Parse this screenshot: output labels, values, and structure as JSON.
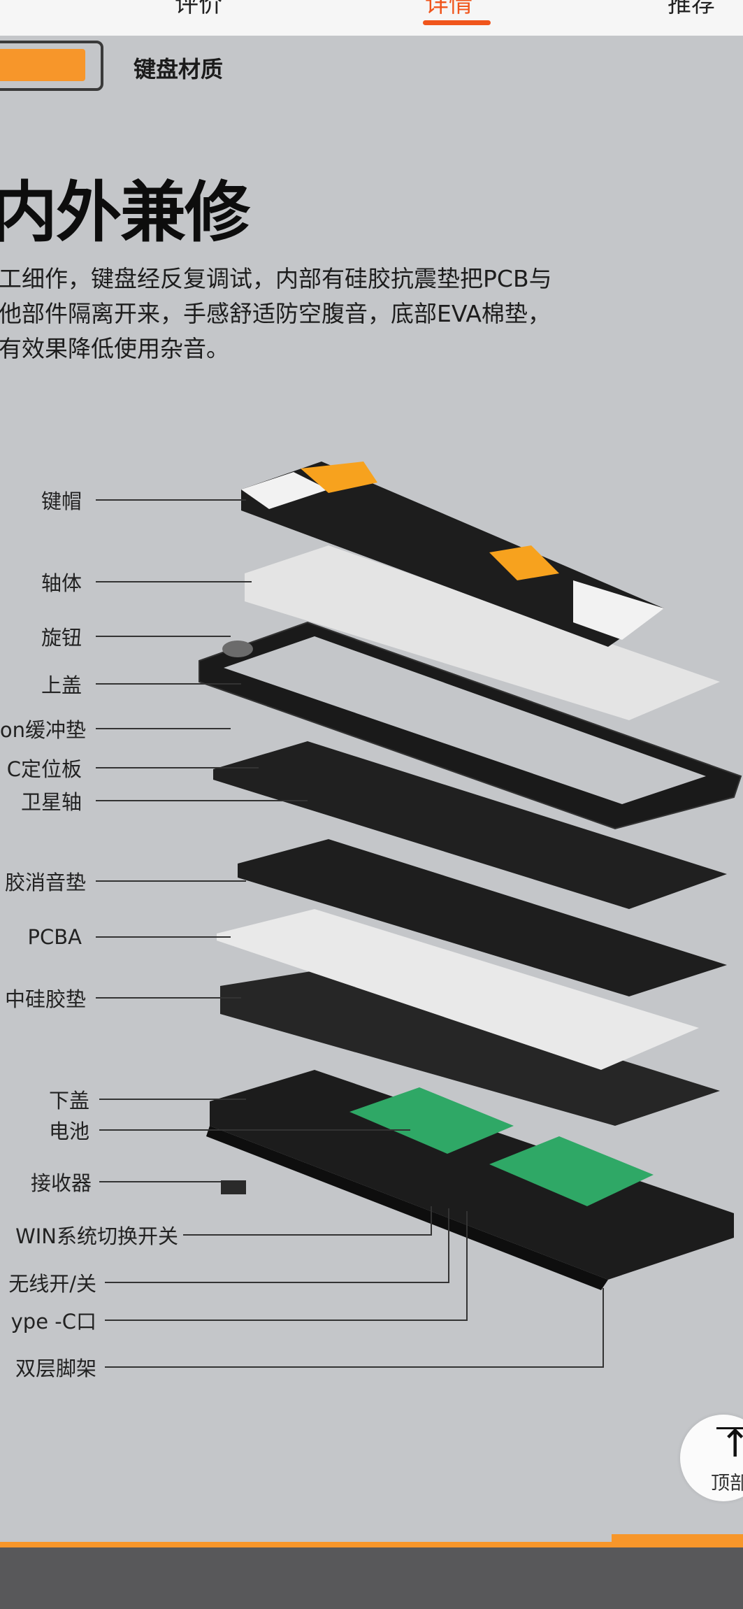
{
  "tabs": [
    {
      "label": "评价",
      "active": false
    },
    {
      "label": "详情",
      "active": true
    },
    {
      "label": "推荐",
      "active": false
    }
  ],
  "section_badge": "键盘材质",
  "title": "内外兼修",
  "paragraph_lines": [
    "工细作，键盘经反复调试，内部有硅胶抗震垫把PCB与",
    "他部件隔离开来，手感舒适防空腹音，底部EVA棉垫，",
    "有效果降低使用杂音。"
  ],
  "parts": [
    "键帽",
    "轴体",
    "旋钮",
    "上盖",
    "on缓冲垫",
    "C定位板",
    "卫星轴",
    "胶消音垫",
    "PCBA",
    "中硅胶垫",
    "下盖",
    "电池",
    "接收器",
    "WIN系统切换开关",
    "无线开/关",
    "ype -C口",
    "双层脚架"
  ],
  "back_to_top": "顶部",
  "colors": {
    "accent": "#f0551c",
    "orange": "#f7962a",
    "background": "#c4c6c9",
    "battery": "#2fa866"
  }
}
